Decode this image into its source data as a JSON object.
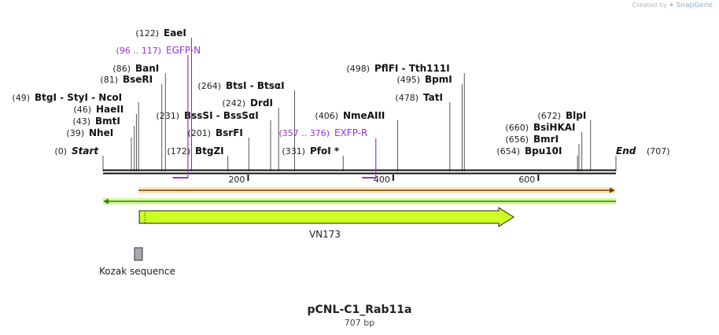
{
  "credit": {
    "prefix": "Created by",
    "brand": "SnapGene"
  },
  "map": {
    "name": "pCNL-C1_Rab11a",
    "length_label": "707 bp",
    "length": 707,
    "ruler_ticks": [
      {
        "pos": 200,
        "label": "200"
      },
      {
        "pos": 400,
        "label": "400"
      },
      {
        "pos": 600,
        "label": "600"
      }
    ],
    "sites": [
      {
        "pos_label": "(0)",
        "name": "Start",
        "style": "ends",
        "side": "right"
      },
      {
        "pos_label": "(39)",
        "name": "NheI",
        "pos": 39
      },
      {
        "pos_label": "(43)",
        "name": "BmtI",
        "pos": 43
      },
      {
        "pos_label": "(46)",
        "name": "HaeII",
        "pos": 46
      },
      {
        "pos_label": "(49)",
        "name": "BtgI  - StyI  - NcoI",
        "pos": 49
      },
      {
        "pos_label": "(81)",
        "name": "BseRI",
        "pos": 81
      },
      {
        "pos_label": "(86)",
        "name": "BanI",
        "pos": 86
      },
      {
        "pos_label": "(122)",
        "name": "EaeI",
        "pos": 122
      },
      {
        "pos_label": "(172)",
        "name": "BtgZI",
        "pos": 172
      },
      {
        "pos_label": "(201)",
        "name": "BsrFI",
        "pos": 201
      },
      {
        "pos_label": "(231)",
        "name": "BssSI  - BssSαI",
        "pos": 231
      },
      {
        "pos_label": "(242)",
        "name": "DrdI",
        "pos": 242
      },
      {
        "pos_label": "(264)",
        "name": "BtsI  - BtsαI",
        "pos": 264
      },
      {
        "pos_label": "(331)",
        "name": "PfoI *",
        "pos": 331
      },
      {
        "pos_label": "(406)",
        "name": "NmeAIII",
        "pos": 406
      },
      {
        "pos_label": "(478)",
        "name": "TatI",
        "pos": 478
      },
      {
        "pos_label": "(495)",
        "name": "BpmI",
        "pos": 495
      },
      {
        "pos_label": "(498)",
        "name": "PflFI  - Tth111I",
        "pos": 498
      },
      {
        "pos_label": "(654)",
        "name": "Bpu10I",
        "pos": 654
      },
      {
        "pos_label": "(656)",
        "name": "BmrI",
        "pos": 656
      },
      {
        "pos_label": "(660)",
        "name": "BsiHKAI",
        "pos": 660
      },
      {
        "pos_label": "(672)",
        "name": "BlpI",
        "pos": 672
      },
      {
        "pos_label": "(707)",
        "name": "End",
        "style": "ends",
        "side": "left"
      }
    ],
    "primers": [
      {
        "pos_label": "(96 .. 117)",
        "name": "EGFP-N",
        "start": 96,
        "end": 117,
        "color": "#9b30d9"
      },
      {
        "pos_label": "(357 .. 376)",
        "name": "EXFP-R",
        "start": 357,
        "end": 376,
        "color": "#9b30d9"
      }
    ],
    "features": [
      {
        "name": "VN173",
        "start": 50,
        "end": 569,
        "kind": "cds",
        "color": "#ccff22"
      },
      {
        "name": "Kozak sequence",
        "start": 44,
        "end": 53,
        "kind": "box",
        "color": "#a8a8b0"
      }
    ],
    "colors": {
      "backbone": "#111111",
      "orange_arrow": "#ff9b2b",
      "green_arrow": "#2a8a00",
      "green_fill": "#c8f06a",
      "primer": "#9b30d9"
    }
  }
}
